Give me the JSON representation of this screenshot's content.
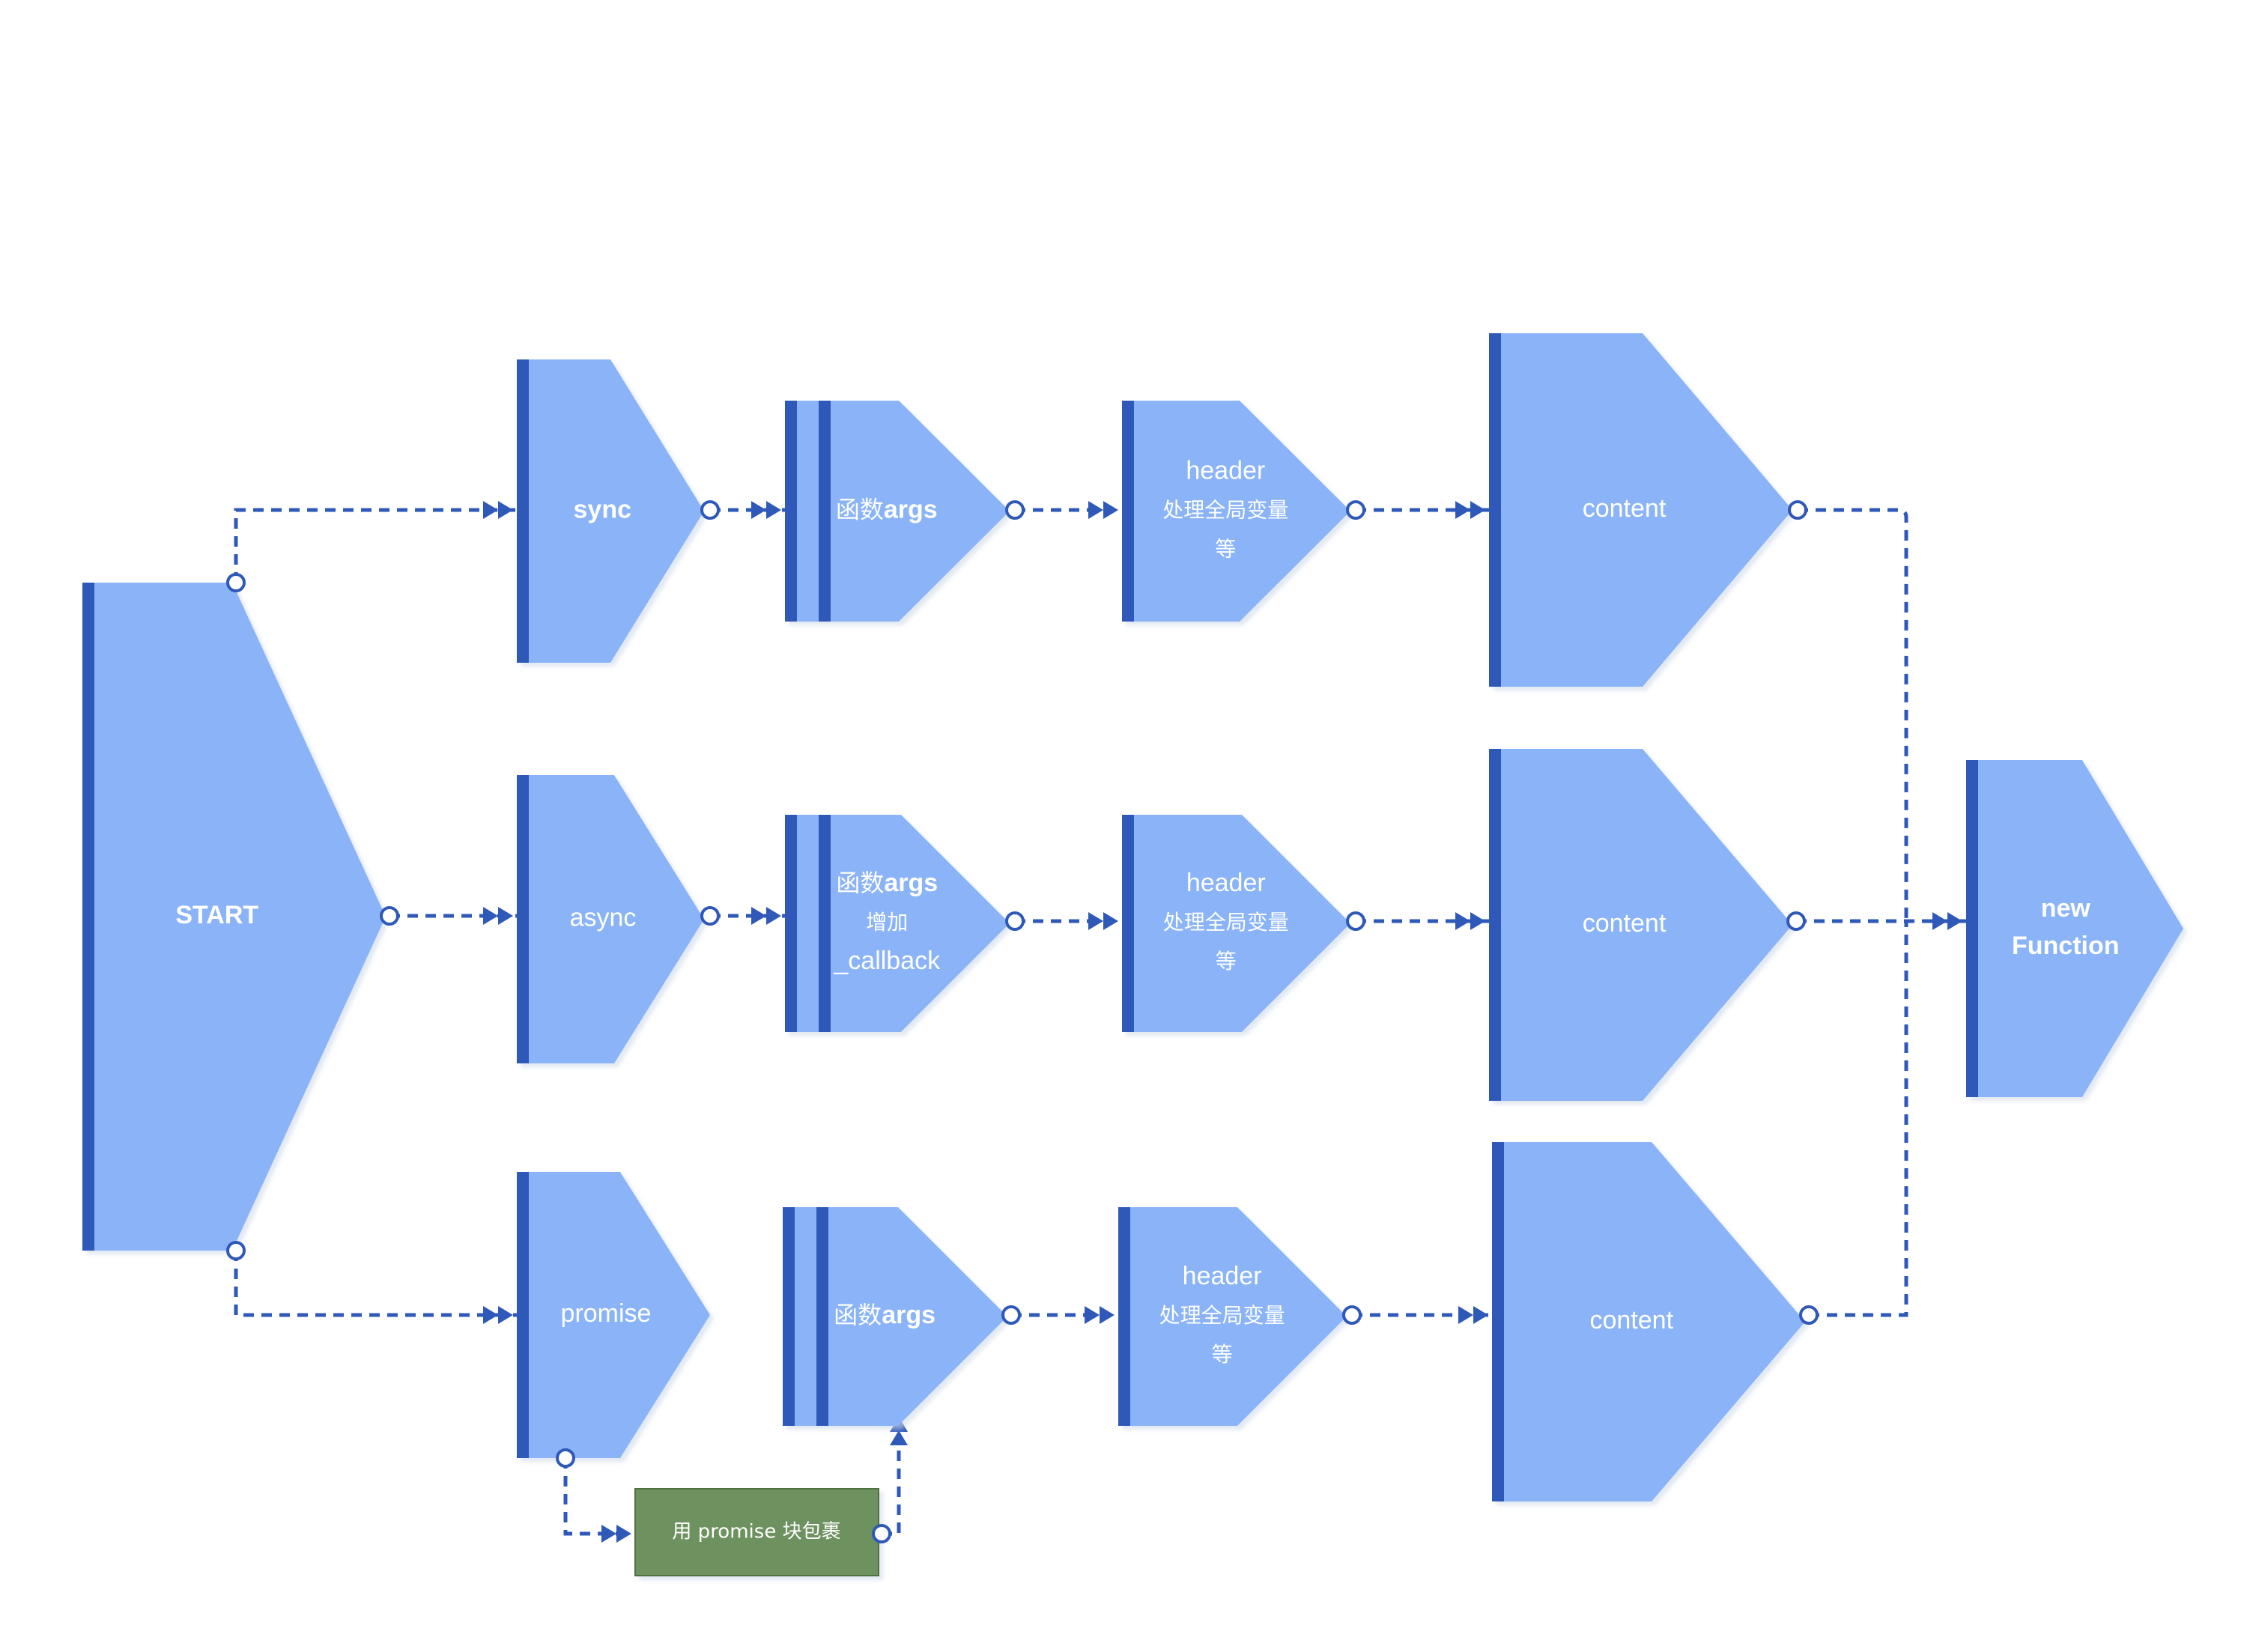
{
  "colors": {
    "node_fill": "#8ab4f7",
    "node_bar": "#2f59b8",
    "connector": "#2f59b8",
    "note_fill": "#6e9160",
    "note_border": "#4f7043",
    "background": "#ffffff"
  },
  "nodes": {
    "start": {
      "label": "START"
    },
    "sync": {
      "label": "sync"
    },
    "async": {
      "label": "async"
    },
    "promise": {
      "label": "promise"
    },
    "args_sync": {
      "label_cn": "函数",
      "label_en": "args"
    },
    "args_async": {
      "label_cn": "函数",
      "label_en": "args",
      "line2": "增加",
      "line3": "_callback"
    },
    "args_promise": {
      "label_cn": "函数",
      "label_en": "args"
    },
    "header_sync": {
      "line1": "header",
      "line2": "处理全局变量",
      "line3": "等"
    },
    "header_async": {
      "line1": "header",
      "line2": "处理全局变量",
      "line3": "等"
    },
    "header_promise": {
      "line1": "header",
      "line2": "处理全局变量",
      "line3": "等"
    },
    "content_sync": {
      "label": "content"
    },
    "content_async": {
      "label": "content"
    },
    "content_promise": {
      "label": "content"
    },
    "new_function": {
      "line1": "new",
      "line2": "Function"
    }
  },
  "note": {
    "label": "用 promise 块包裹"
  }
}
